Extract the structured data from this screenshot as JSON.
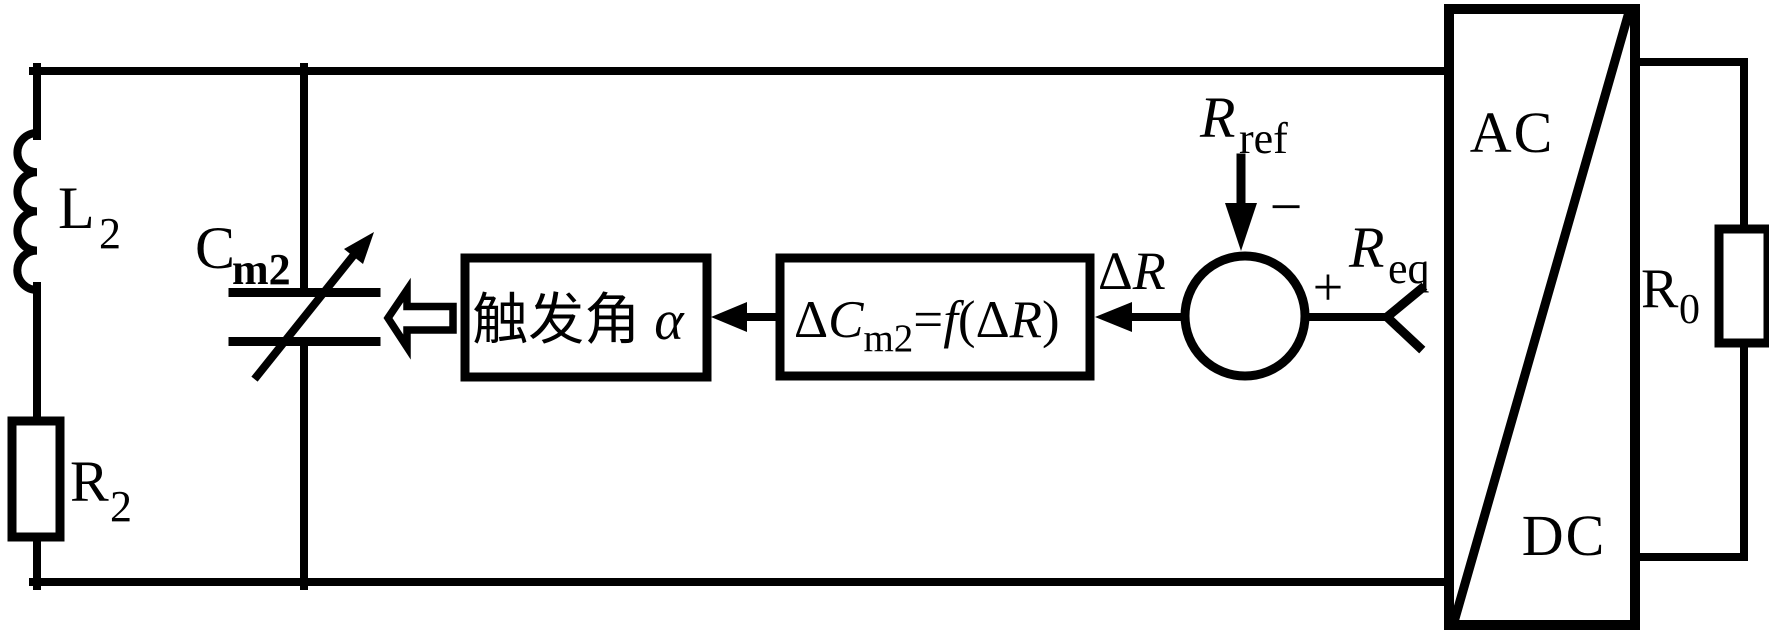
{
  "figure": {
    "background": "#ffffff",
    "ink": "#000000",
    "description": "Control loop diagram: L2-R2 branch with variable capacitor Cm2, trigger-angle control chain, summing junction comparing Rref and Req, AC/DC converter feeding R0"
  },
  "components": {
    "inductor": {
      "base": "L",
      "sub": "2"
    },
    "resistor_left": {
      "base": "R",
      "sub": "2"
    },
    "capacitor": {
      "base": "C",
      "sub": "m2"
    },
    "resistor_load": {
      "base": "R",
      "sub": "0"
    }
  },
  "converter": {
    "top_label": "AC",
    "bottom_label": "DC"
  },
  "control": {
    "trigger_block": {
      "text": "触发角",
      "alpha": "α"
    },
    "function_block": {
      "delta1": "Δ",
      "c": "C",
      "sub": "m2",
      "equals": "=",
      "f": "f",
      "open": "(",
      "delta2": "Δ",
      "r": "R",
      "close": ")"
    },
    "delta_r": {
      "delta": "Δ",
      "r": "R"
    },
    "reference": {
      "base": "R",
      "sub": "ref"
    },
    "equivalent": {
      "base": "R",
      "sub": "eq"
    },
    "minus": "−",
    "plus": "+"
  }
}
